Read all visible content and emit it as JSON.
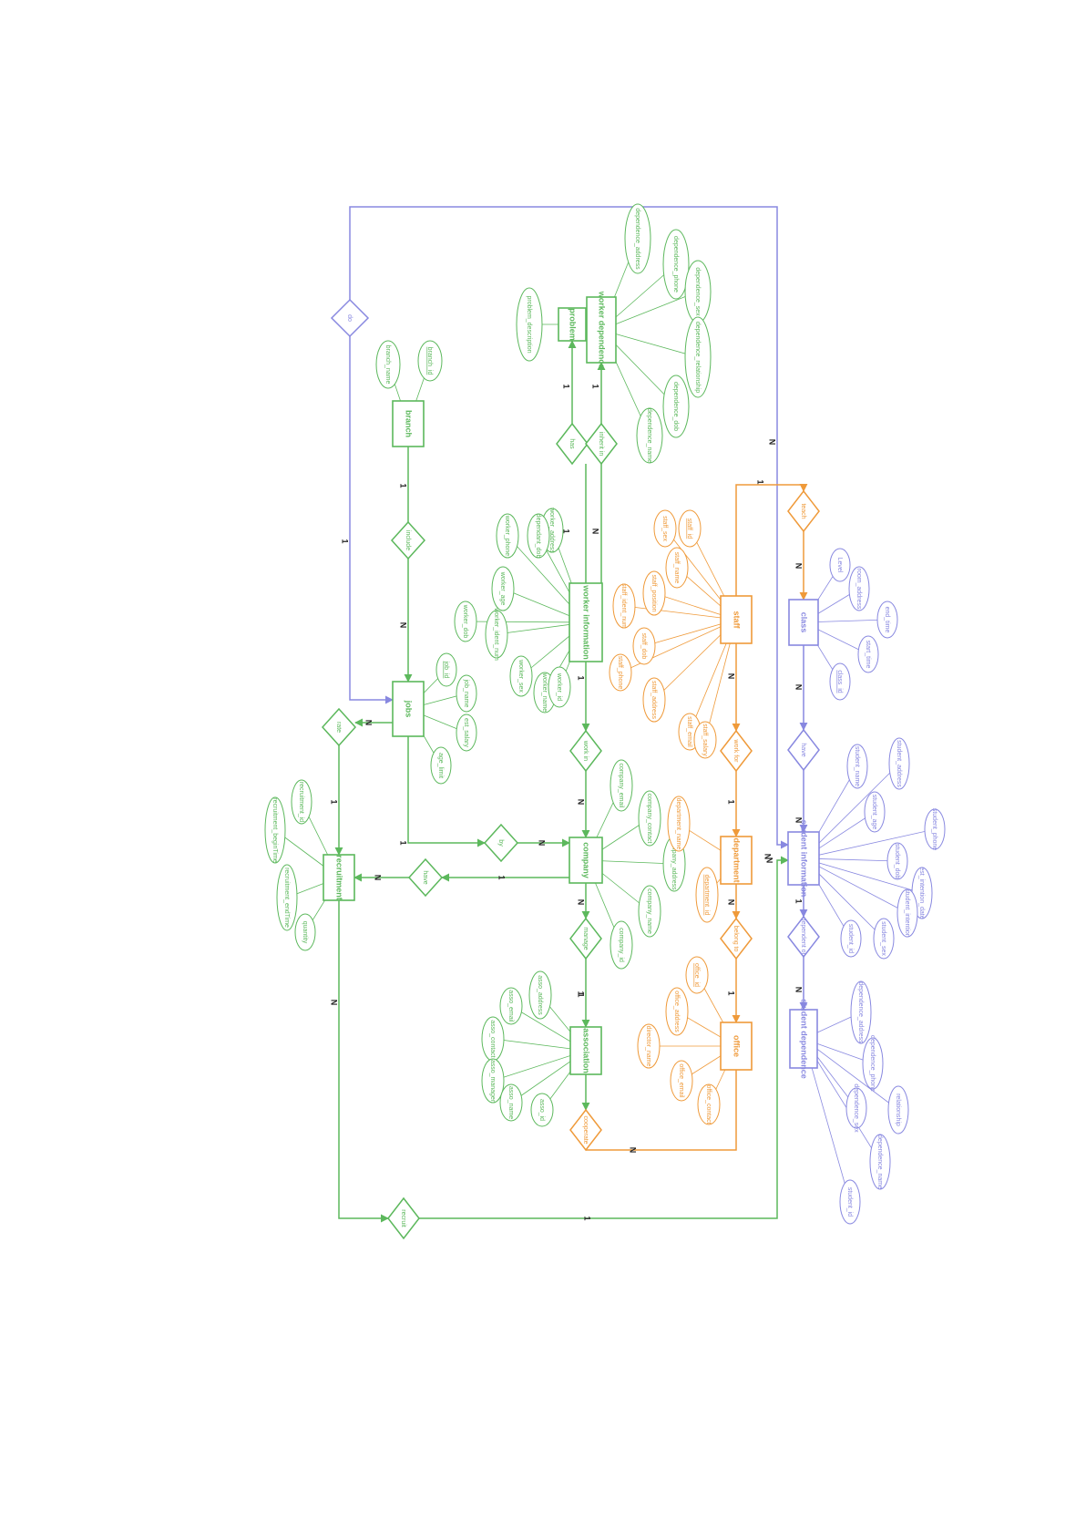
{
  "colors": {
    "green": "#5cb85c",
    "orange": "#ef9a3a",
    "purple": "#8888e0"
  },
  "entities": [
    {
      "id": "jobs",
      "label": "jobs",
      "color": "green"
    },
    {
      "id": "branch",
      "label": "branch",
      "color": "green"
    },
    {
      "id": "recruitment",
      "label": "recruitment",
      "color": "green"
    },
    {
      "id": "company",
      "label": "company",
      "color": "green"
    },
    {
      "id": "worker_info",
      "label": "worker information",
      "color": "green"
    },
    {
      "id": "problem",
      "label": "problem",
      "color": "green"
    },
    {
      "id": "worker_dep",
      "label": "worker dependence",
      "color": "green"
    },
    {
      "id": "association",
      "label": "association",
      "color": "green"
    },
    {
      "id": "staff",
      "label": "staff",
      "color": "orange"
    },
    {
      "id": "department",
      "label": "department",
      "color": "orange"
    },
    {
      "id": "office",
      "label": "office",
      "color": "orange"
    },
    {
      "id": "class",
      "label": "class",
      "color": "purple"
    },
    {
      "id": "student_info",
      "label": "student information",
      "color": "purple"
    },
    {
      "id": "student_dep",
      "label": "student dependence",
      "color": "purple"
    }
  ],
  "relationships": [
    {
      "id": "do",
      "label": "do",
      "color": "purple"
    },
    {
      "id": "include",
      "label": "include",
      "color": "green"
    },
    {
      "id": "rate",
      "label": "rate",
      "color": "green"
    },
    {
      "id": "by",
      "label": "by",
      "color": "green"
    },
    {
      "id": "have",
      "label": "have",
      "color": "green"
    },
    {
      "id": "has",
      "label": "has",
      "color": "green"
    },
    {
      "id": "inherit_in",
      "label": "inherit in",
      "color": "green"
    },
    {
      "id": "work_in",
      "label": "work in",
      "color": "green"
    },
    {
      "id": "manage",
      "label": "manage",
      "color": "green"
    },
    {
      "id": "cooperate",
      "label": "cooperate",
      "color": "orange"
    },
    {
      "id": "teach",
      "label": "teach",
      "color": "orange"
    },
    {
      "id": "work_for",
      "label": "work for",
      "color": "orange"
    },
    {
      "id": "belong_to",
      "label": "belong to",
      "color": "orange"
    },
    {
      "id": "have2",
      "label": "have",
      "color": "purple"
    },
    {
      "id": "depend_on",
      "label": "dependent on",
      "color": "purple"
    },
    {
      "id": "recruit",
      "label": "recruit",
      "color": "green"
    }
  ],
  "attributes": [
    {
      "label": "branch_name",
      "color": "green"
    },
    {
      "label": "branch_id",
      "color": "green",
      "key": true
    },
    {
      "label": "problem_description",
      "color": "green"
    },
    {
      "label": "dependence_address",
      "color": "green"
    },
    {
      "label": "dependence_phone",
      "color": "green"
    },
    {
      "label": "dependence_sex",
      "color": "green"
    },
    {
      "label": "dependence_relationship",
      "color": "green"
    },
    {
      "label": "dependence_dob",
      "color": "green"
    },
    {
      "label": "dependence_name",
      "color": "green"
    },
    {
      "label": "worker_address",
      "color": "green"
    },
    {
      "label": "dependant_dob",
      "color": "green"
    },
    {
      "label": "worker_phone",
      "color": "green"
    },
    {
      "label": "worker_age",
      "color": "green"
    },
    {
      "label": "worker_dob",
      "color": "green"
    },
    {
      "label": "worker_ident_num",
      "color": "green"
    },
    {
      "label": "worker_sex",
      "color": "green"
    },
    {
      "label": "worker_name",
      "color": "green"
    },
    {
      "label": "worker_id",
      "color": "green"
    },
    {
      "label": "job_id",
      "color": "green",
      "key": true
    },
    {
      "label": "job_name",
      "color": "green"
    },
    {
      "label": "est_salary",
      "color": "green"
    },
    {
      "label": "age_limit",
      "color": "green"
    },
    {
      "label": "recruitment_id",
      "color": "green"
    },
    {
      "label": "recruitment_beginTime",
      "color": "green"
    },
    {
      "label": "recruitment_endTime",
      "color": "green"
    },
    {
      "label": "quantity",
      "color": "green"
    },
    {
      "label": "company_email",
      "color": "green"
    },
    {
      "label": "company_contact",
      "color": "green"
    },
    {
      "label": "company_address",
      "color": "green"
    },
    {
      "label": "company_name",
      "color": "green"
    },
    {
      "label": "company_id",
      "color": "green"
    },
    {
      "label": "asso_address",
      "color": "green"
    },
    {
      "label": "asso_email",
      "color": "green"
    },
    {
      "label": "asso_contact",
      "color": "green"
    },
    {
      "label": "asso_manager",
      "color": "green"
    },
    {
      "label": "asso_name",
      "color": "green"
    },
    {
      "label": "asso_id",
      "color": "green"
    },
    {
      "label": "staff_id",
      "color": "orange",
      "key": true
    },
    {
      "label": "staff_sex",
      "color": "orange"
    },
    {
      "label": "staff_name",
      "color": "orange"
    },
    {
      "label": "staff_position",
      "color": "orange"
    },
    {
      "label": "staff_ident_num",
      "color": "orange"
    },
    {
      "label": "staff_dob",
      "color": "orange"
    },
    {
      "label": "staff_phone",
      "color": "orange"
    },
    {
      "label": "staff_address",
      "color": "orange"
    },
    {
      "label": "staff_email",
      "color": "orange"
    },
    {
      "label": "staff_salary",
      "color": "orange"
    },
    {
      "label": "department_name",
      "color": "orange"
    },
    {
      "label": "department_id",
      "color": "orange",
      "key": true
    },
    {
      "label": "office_id",
      "color": "orange",
      "key": true
    },
    {
      "label": "office_address",
      "color": "orange"
    },
    {
      "label": "director_name",
      "color": "orange"
    },
    {
      "label": "office_email",
      "color": "orange"
    },
    {
      "label": "office_contact",
      "color": "orange"
    },
    {
      "label": "Level",
      "color": "purple"
    },
    {
      "label": "room_address",
      "color": "purple"
    },
    {
      "label": "end_time",
      "color": "purple"
    },
    {
      "label": "start_time",
      "color": "purple"
    },
    {
      "label": "class_id",
      "color": "purple",
      "key": true
    },
    {
      "label": "student_address",
      "color": "purple"
    },
    {
      "label": "student_name",
      "color": "purple"
    },
    {
      "label": "student_age",
      "color": "purple"
    },
    {
      "label": "student_phone",
      "color": "purple"
    },
    {
      "label": "student_dob",
      "color": "purple"
    },
    {
      "label": "est_intention_date",
      "color": "purple"
    },
    {
      "label": "student_intention",
      "color": "purple"
    },
    {
      "label": "student_sex",
      "color": "purple"
    },
    {
      "label": "student_id",
      "color": "purple"
    },
    {
      "label": "dependence_address",
      "color": "purple"
    },
    {
      "label": "dependence_phone",
      "color": "purple"
    },
    {
      "label": "relationship",
      "color": "purple"
    },
    {
      "label": "dependence_sex",
      "color": "purple"
    },
    {
      "label": "dependence_name",
      "color": "purple"
    },
    {
      "label": "student_id",
      "color": "purple"
    }
  ],
  "cardinalities": [
    "1",
    "N",
    "1",
    "N",
    "N",
    "1",
    "1",
    "N",
    "1",
    "N",
    "1",
    "1",
    "N",
    "1",
    "1",
    "N",
    "N",
    "1",
    "1",
    "N",
    "1",
    "N",
    "N",
    "1",
    "N",
    "1",
    "N",
    "N",
    "1",
    "N",
    "N",
    "1",
    "N",
    "N"
  ]
}
